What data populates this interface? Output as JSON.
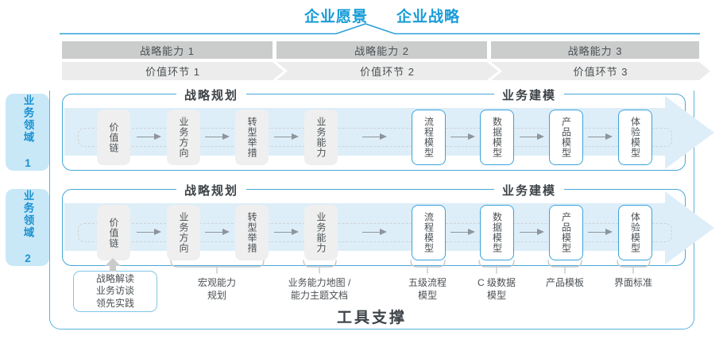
{
  "title": {
    "vision": "企业愿景",
    "strategy": "企业战略"
  },
  "capability_bands": [
    {
      "capability": "战略能力 1",
      "value_link": "价值环节 1"
    },
    {
      "capability": "战略能力 2",
      "value_link": "价值环节 2"
    },
    {
      "capability": "战略能力 3",
      "value_link": "价值环节 3"
    }
  ],
  "domains": [
    {
      "label": "业务领域 1",
      "planning_title": "战略规划",
      "modeling_title": "业务建模",
      "planning_boxes": [
        "价值链",
        "业务方向",
        "转型举措",
        "业务能力"
      ],
      "modeling_boxes": [
        "流程模型",
        "数据模型",
        "产品模型",
        "体验模型"
      ]
    },
    {
      "label": "业务领域 2",
      "planning_title": "战略规划",
      "modeling_title": "业务建模",
      "planning_boxes": [
        "价值链",
        "业务方向",
        "转型举措",
        "业务能力"
      ],
      "modeling_boxes": [
        "流程模型",
        "数据模型",
        "产品模型",
        "体验模型"
      ]
    }
  ],
  "annotations": {
    "source_box": [
      "战略解读",
      "业务访谈",
      "领先实践"
    ],
    "items": [
      {
        "lines": [
          "宏观能力",
          "规划"
        ]
      },
      {
        "lines": [
          "业务能力地图 /",
          "能力主题文档"
        ]
      },
      {
        "lines": [
          "五级流程",
          "模型"
        ]
      },
      {
        "lines": [
          "C 级数据",
          "模型"
        ]
      },
      {
        "lines": [
          "产品模板"
        ]
      },
      {
        "lines": [
          "界面标准"
        ]
      }
    ]
  },
  "footer": {
    "label": "工具支撑"
  },
  "colors": {
    "accent_blue": "#189cd8",
    "row_border_blue": "#47a7d9",
    "node_border_blue": "#3ba3db",
    "light_blue_fill": "#ddeef9",
    "tile_blue": "#c8e8f8",
    "band_dark_gray": "#cbcdcc",
    "band_light_gray": "#ebeceb",
    "node_gray": "#efefef",
    "text_dark": "#3d4348",
    "text_gray": "#4b5054"
  }
}
